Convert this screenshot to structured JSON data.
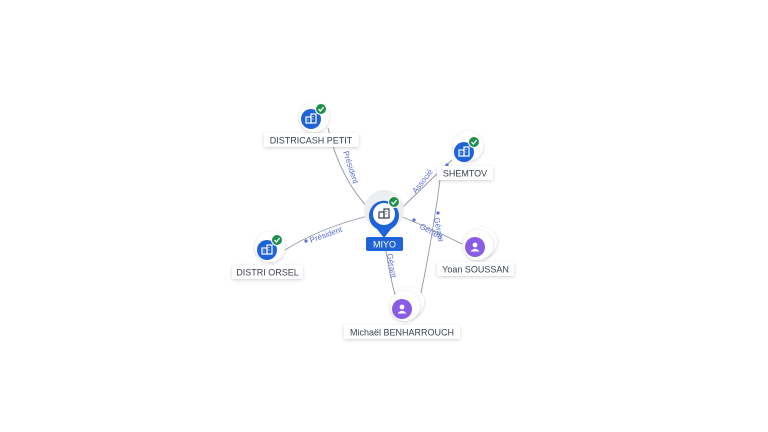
{
  "colors": {
    "company_fill": "#1f63d8",
    "person_fill": "#8a5ce6",
    "check_fill": "#1f8f4e",
    "edge": "#8f96a8",
    "edge_label": "#5b6fd8",
    "center_badge": "#1f63d8"
  },
  "center": {
    "name": "MIYO",
    "icon": "building-icon"
  },
  "nodes": {
    "districash": {
      "name": "DISTRICASH PETIT",
      "icon": "building-icon",
      "verified": true
    },
    "shemtov": {
      "name": "SHEMTOV",
      "icon": "building-icon",
      "verified": true
    },
    "distri_orsel": {
      "name": "DISTRI ORSEL",
      "icon": "building-icon",
      "verified": true
    },
    "yoan": {
      "name": "Yoan SOUSSAN",
      "icon": "person-icon"
    },
    "michael": {
      "name": "Michaël BENHARROUCH",
      "icon": "person-icon"
    }
  },
  "edges": {
    "districash_miyo": "Président",
    "orsel_miyo": "Président",
    "miyo_shemtov": "Associé",
    "yoan_miyo": "Gérant",
    "michael_miyo": "Gérant",
    "michael_shemtov": "Gérant"
  }
}
